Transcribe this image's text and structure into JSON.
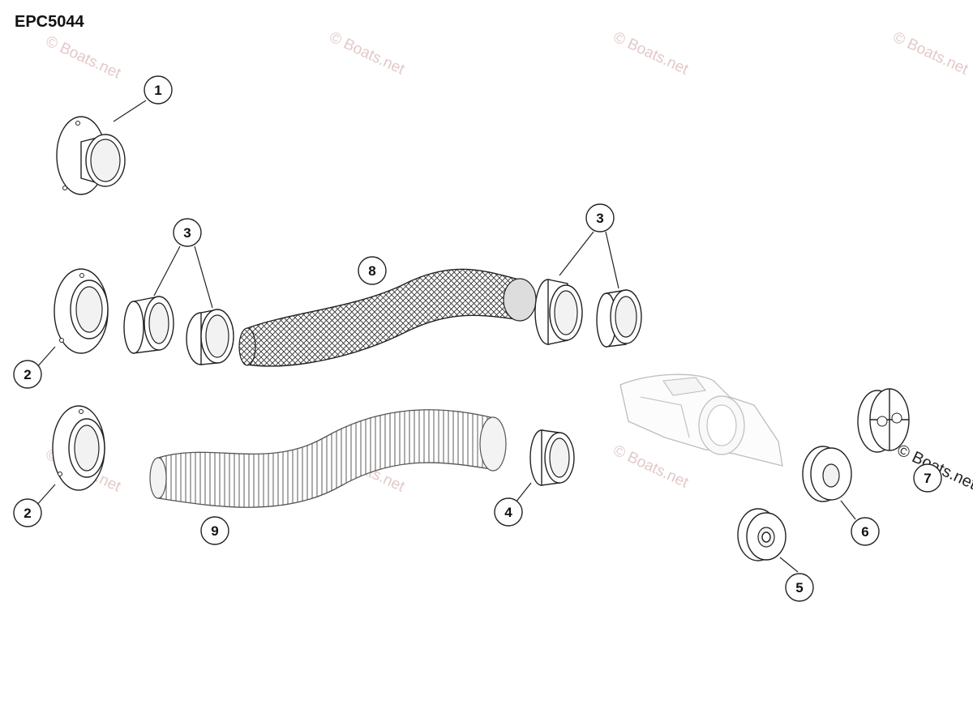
{
  "diagram": {
    "code": "EPC5044",
    "callouts": [
      "1",
      "2",
      "2",
      "3",
      "3",
      "4",
      "5",
      "6",
      "7",
      "8",
      "9"
    ],
    "watermark_text": "© Boats.net"
  }
}
